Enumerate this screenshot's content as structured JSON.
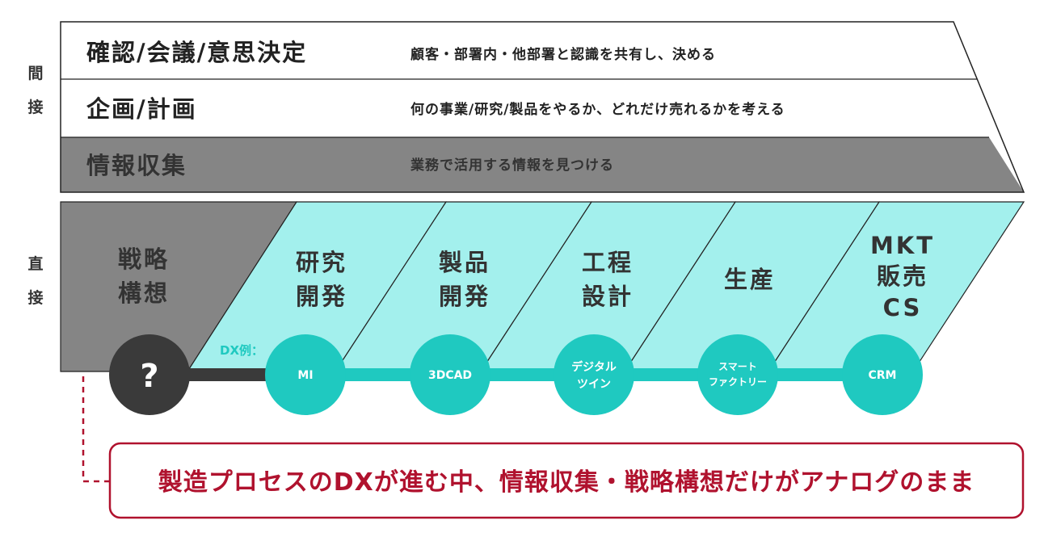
{
  "side_labels": {
    "indirect": [
      "間",
      "接"
    ],
    "direct": [
      "直",
      "接"
    ]
  },
  "indirect_rows": [
    {
      "title": "確認/会議/意思決定",
      "desc": "顧客・部署内・他部署と認識を共有し、決める"
    },
    {
      "title": "企画/計画",
      "desc": "何の事業/研究/製品をやるか、どれだけ売れるかを考える"
    },
    {
      "title": "情報収集",
      "desc": "業務で活用する情報を見つける"
    }
  ],
  "direct_stages": [
    {
      "lines": [
        "戦略",
        "構想"
      ]
    },
    {
      "lines": [
        "研究",
        "開発"
      ]
    },
    {
      "lines": [
        "製品",
        "開発"
      ]
    },
    {
      "lines": [
        "工程",
        "設計"
      ]
    },
    {
      "lines": [
        "生産"
      ]
    },
    {
      "lines": [
        "MKT",
        "販売",
        "CS"
      ]
    }
  ],
  "dx_label": "DX例：",
  "unknown_node": "?",
  "dx_nodes": [
    {
      "lines": [
        "MI"
      ]
    },
    {
      "lines": [
        "3DCAD"
      ]
    },
    {
      "lines": [
        "デジタル",
        "ツイン"
      ]
    },
    {
      "lines": [
        "スマート",
        "ファクトリー"
      ]
    },
    {
      "lines": [
        "CRM"
      ]
    }
  ],
  "callout": "製造プロセスのDXが進む中、情報収集・戦略構想だけがアナログのまま",
  "colors": {
    "gray_band": "#858585",
    "teal_band": "#a3f0ed",
    "teal_node": "#1fc9c0",
    "dark_node": "#3a3a3a",
    "callout_red": "#b0122e",
    "outline": "#222222"
  }
}
